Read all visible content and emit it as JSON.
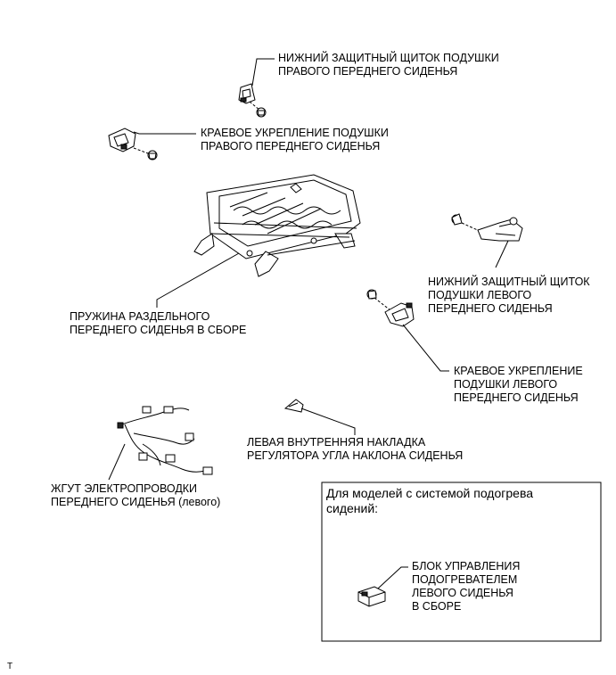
{
  "labels": {
    "lower_cover_right": [
      "НИЖНИЙ ЗАЩИТНЫЙ ЩИТОК ПОДУШКИ",
      "ПРАВОГО ПЕРЕДНЕГО СИДЕНЬЯ"
    ],
    "edge_mount_right": [
      "КРАЕВОЕ УКРЕПЛЕНИЕ ПОДУШКИ",
      "ПРАВОГО ПЕРЕДНЕГО СИДЕНЬЯ"
    ],
    "lower_cover_left": [
      "НИЖНИЙ ЗАЩИТНЫЙ ЩИТОК",
      "ПОДУШКИ ЛЕВОГО",
      "ПЕРЕДНЕГО СИДЕНЬЯ"
    ],
    "seat_spring": [
      "ПРУЖИНА РАЗДЕЛЬНОГО",
      "ПЕРЕДНЕГО СИДЕНЬЯ В СБОРЕ"
    ],
    "edge_mount_left": [
      "КРАЕВОЕ УКРЕПЛЕНИЕ",
      "ПОДУШКИ ЛЕВОГО",
      "ПЕРЕДНЕГО СИДЕНЬЯ"
    ],
    "recliner_cover": [
      "ЛЕВАЯ ВНУТРЕННЯЯ НАКЛАДКА",
      "РЕГУЛЯТОРА УГЛА НАКЛОНА СИДЕНЬЯ"
    ],
    "wire_harness": [
      "ЖГУТ ЭЛЕКТРОПРОВОДКИ",
      "ПЕРЕДНЕГО СИДЕНЬЯ (левого)"
    ]
  },
  "inset": {
    "title": [
      "Для моделей с системой подогрева",
      "сидений:"
    ],
    "heater_unit": [
      "БЛОК УПРАВЛЕНИЯ",
      "ПОДОГРЕВАТЕЛЕМ",
      "ЛЕВОГО СИДЕНЬЯ",
      "В СБОРЕ"
    ]
  },
  "corner_mark": "T"
}
